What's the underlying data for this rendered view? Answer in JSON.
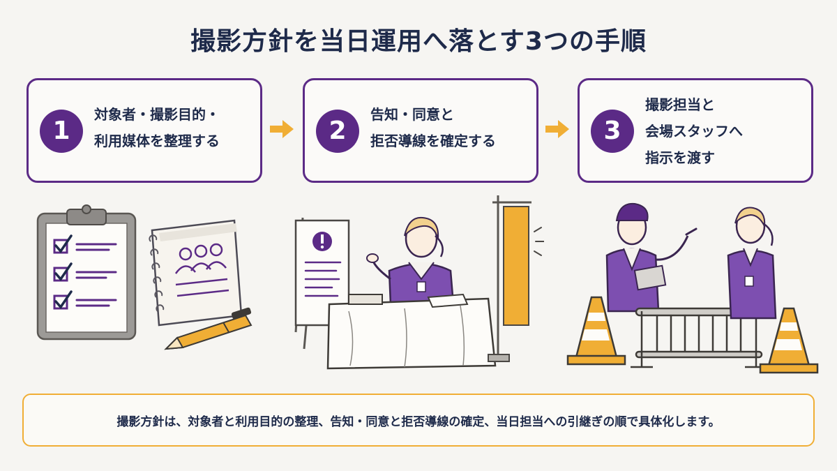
{
  "title": "撮影方針を当日運用へ落とす3つの手順",
  "colors": {
    "accent": "#5b2a86",
    "highlight": "#f0ae35",
    "text": "#1e2a4a"
  },
  "steps": [
    {
      "number": "1",
      "lines": [
        "対象者・撮影目的・",
        "利用媒体を整理する"
      ],
      "illustration": "clipboard-checklist-notebook-pen"
    },
    {
      "number": "2",
      "lines": [
        "告知・同意と",
        "拒否導線を確定する"
      ],
      "illustration": "reception-desk-signboard-banner"
    },
    {
      "number": "3",
      "lines": [
        "撮影担当と",
        "会場スタッフへ",
        "指示を渡す"
      ],
      "illustration": "staff-briefing-cones-barrier"
    }
  ],
  "arrows": [
    "arrow-right-icon",
    "arrow-right-icon"
  ],
  "summary": "撮影方針は、対象者と利用目的の整理、告知・同意と拒否導線の確定、当日担当への引継ぎの順で具体化します。"
}
